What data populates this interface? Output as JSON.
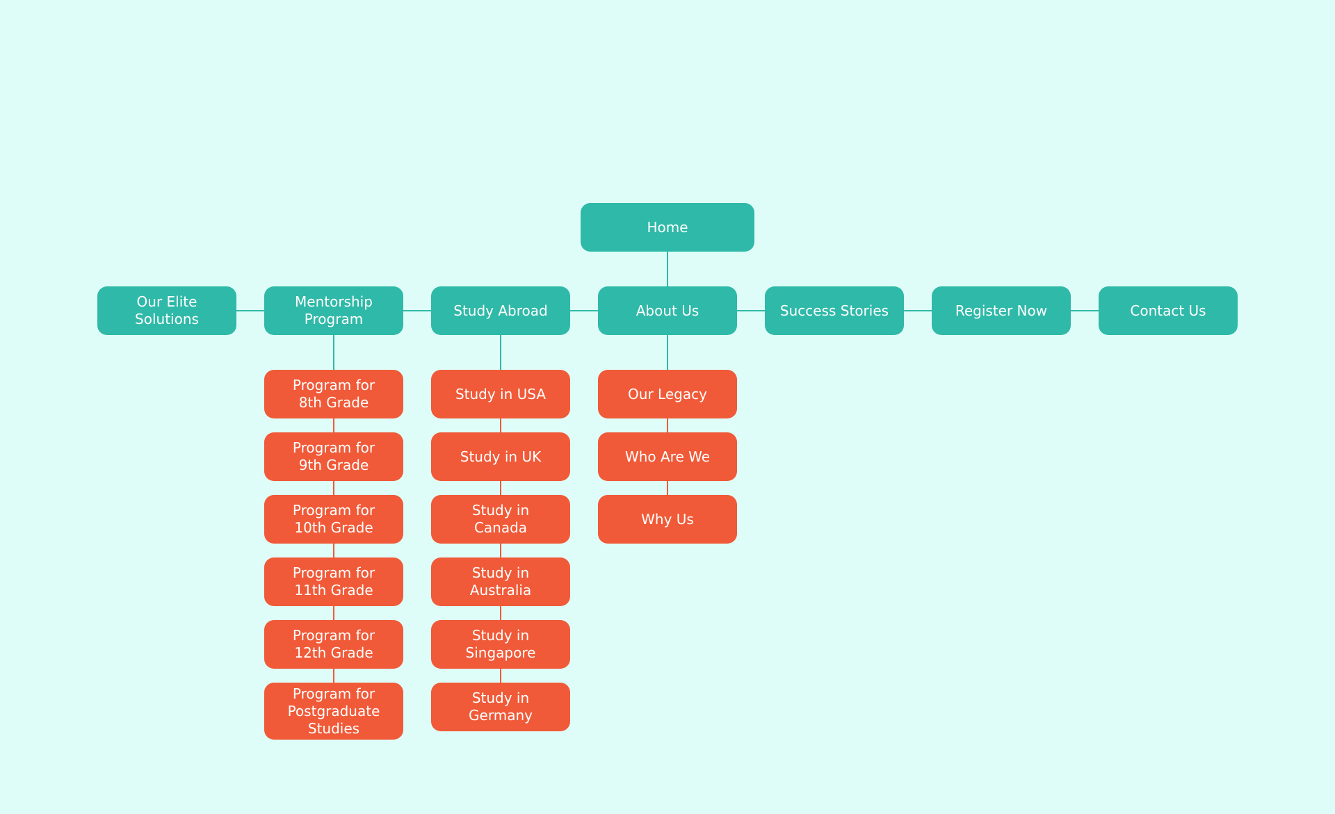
{
  "colors": {
    "background": "#dffdf8",
    "main_node": "#2fb9a8",
    "sub_node": "#f05a38",
    "text": "#ffffff"
  },
  "sitemap": {
    "root": {
      "label": "Home"
    },
    "sections": [
      {
        "label": "Our Elite\nSolutions",
        "children": []
      },
      {
        "label": "Mentorship\nProgram",
        "children": [
          "Program for\n8th Grade",
          "Program for\n9th Grade",
          "Program for\n10th Grade",
          "Program for\n11th Grade",
          "Program for\n12th Grade",
          "Program for\nPostgraduate\nStudies"
        ]
      },
      {
        "label": "Study Abroad",
        "children": [
          "Study in USA",
          "Study in UK",
          "Study in\nCanada",
          "Study in\nAustralia",
          "Study in\nSingapore",
          "Study in\nGermany"
        ]
      },
      {
        "label": "About Us",
        "children": [
          "Our Legacy",
          "Who Are We",
          "Why Us"
        ]
      },
      {
        "label": "Success Stories",
        "children": []
      },
      {
        "label": "Register Now",
        "children": []
      },
      {
        "label": "Contact Us",
        "children": []
      }
    ]
  }
}
